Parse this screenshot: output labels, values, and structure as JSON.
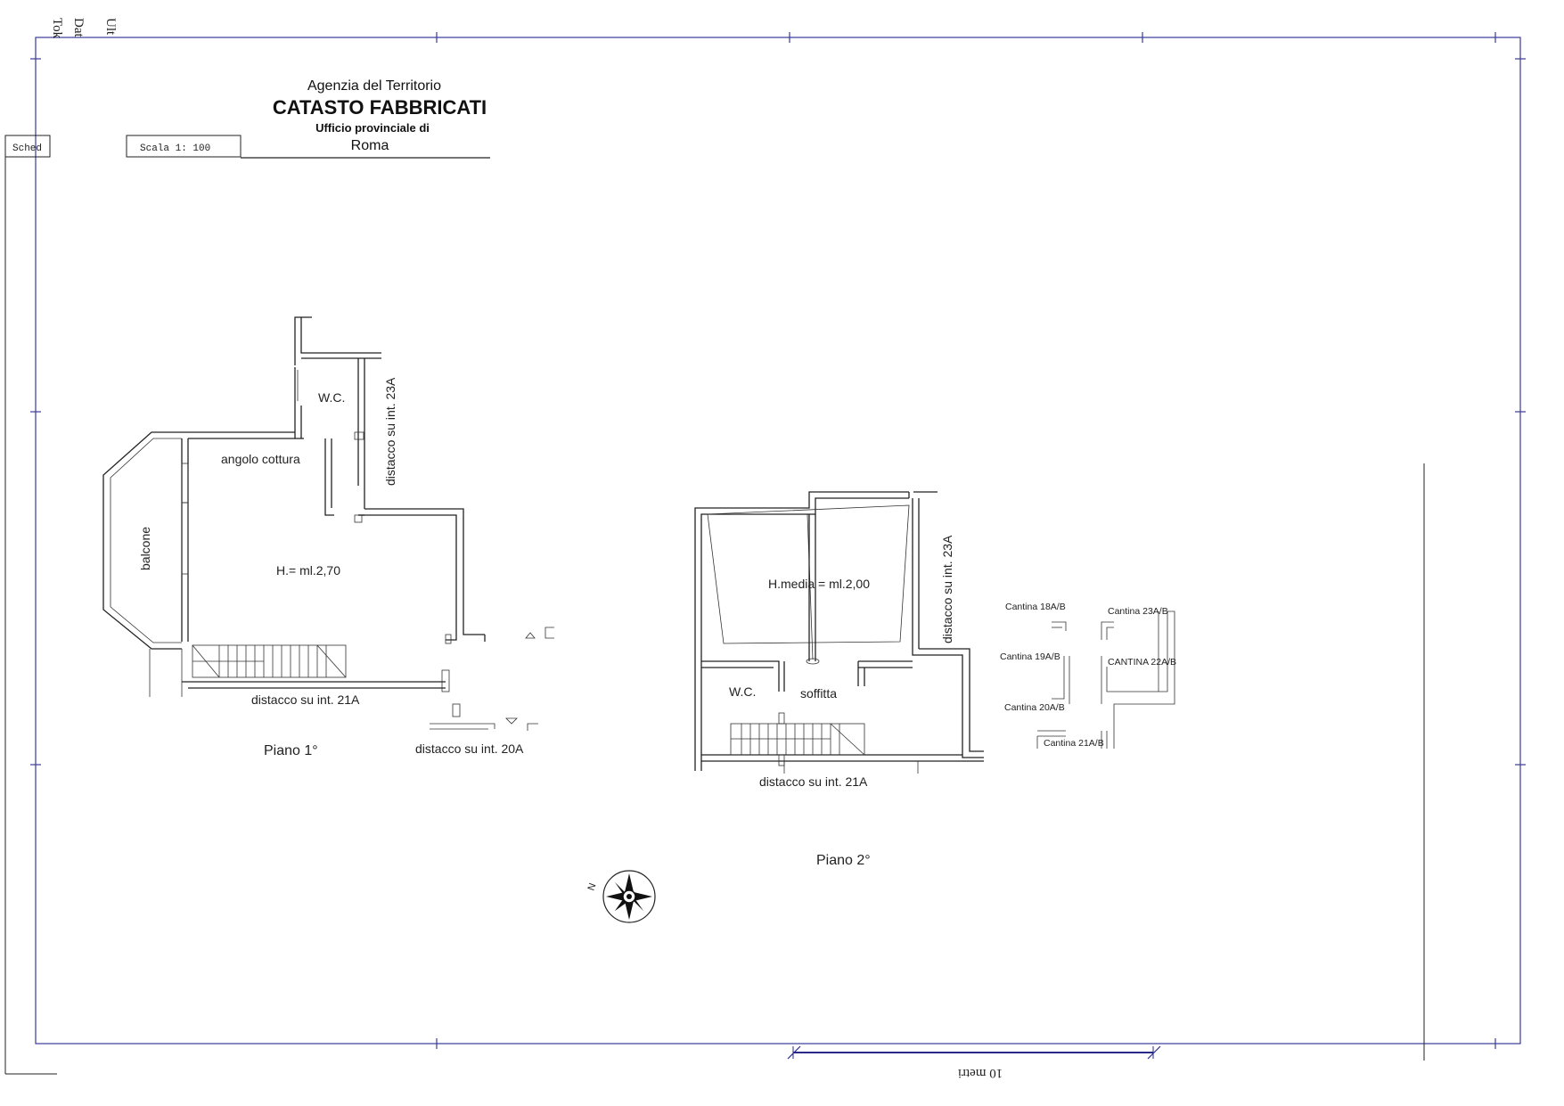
{
  "header": {
    "agency": "Agenzia del Territorio",
    "title": "CATASTO FABBRICATI",
    "office": "Ufficio provinciale di",
    "city": "Roma",
    "scheda": "Sched",
    "scale": "Scala 1: 100"
  },
  "margin_vertical": [
    "Ult",
    "Dat",
    "Tok"
  ],
  "floor1": {
    "title": "Piano 1°",
    "rooms": {
      "wc": "W.C.",
      "kitchen": "angolo cottura",
      "balcony": "balcone",
      "height": "H.= ml.2,70"
    },
    "distances": {
      "d23a": "distacco su int. 23A",
      "d21a": "distacco su int. 21A",
      "d20a": "distacco su int. 20A"
    }
  },
  "floor2": {
    "title": "Piano 2°",
    "rooms": {
      "height": "H.media = ml.2,00",
      "wc": "W.C.",
      "attic": "soffitta"
    },
    "distances": {
      "d23a": "distacco su int. 23A",
      "d21a": "distacco su int. 21A"
    },
    "cellars": {
      "c18": "Cantina 18A/B",
      "c23": "Cantina 23A/B",
      "c19": "Cantina 19A/B",
      "c22": "CANTINA 22A/B",
      "c20": "Cantina 20A/B",
      "c21": "Cantina 21A/B"
    }
  },
  "compass": {
    "north": "N"
  },
  "scalebar": {
    "label": "10 metri"
  },
  "colors": {
    "frame": "#3a3a9a",
    "walls": "#222222"
  }
}
